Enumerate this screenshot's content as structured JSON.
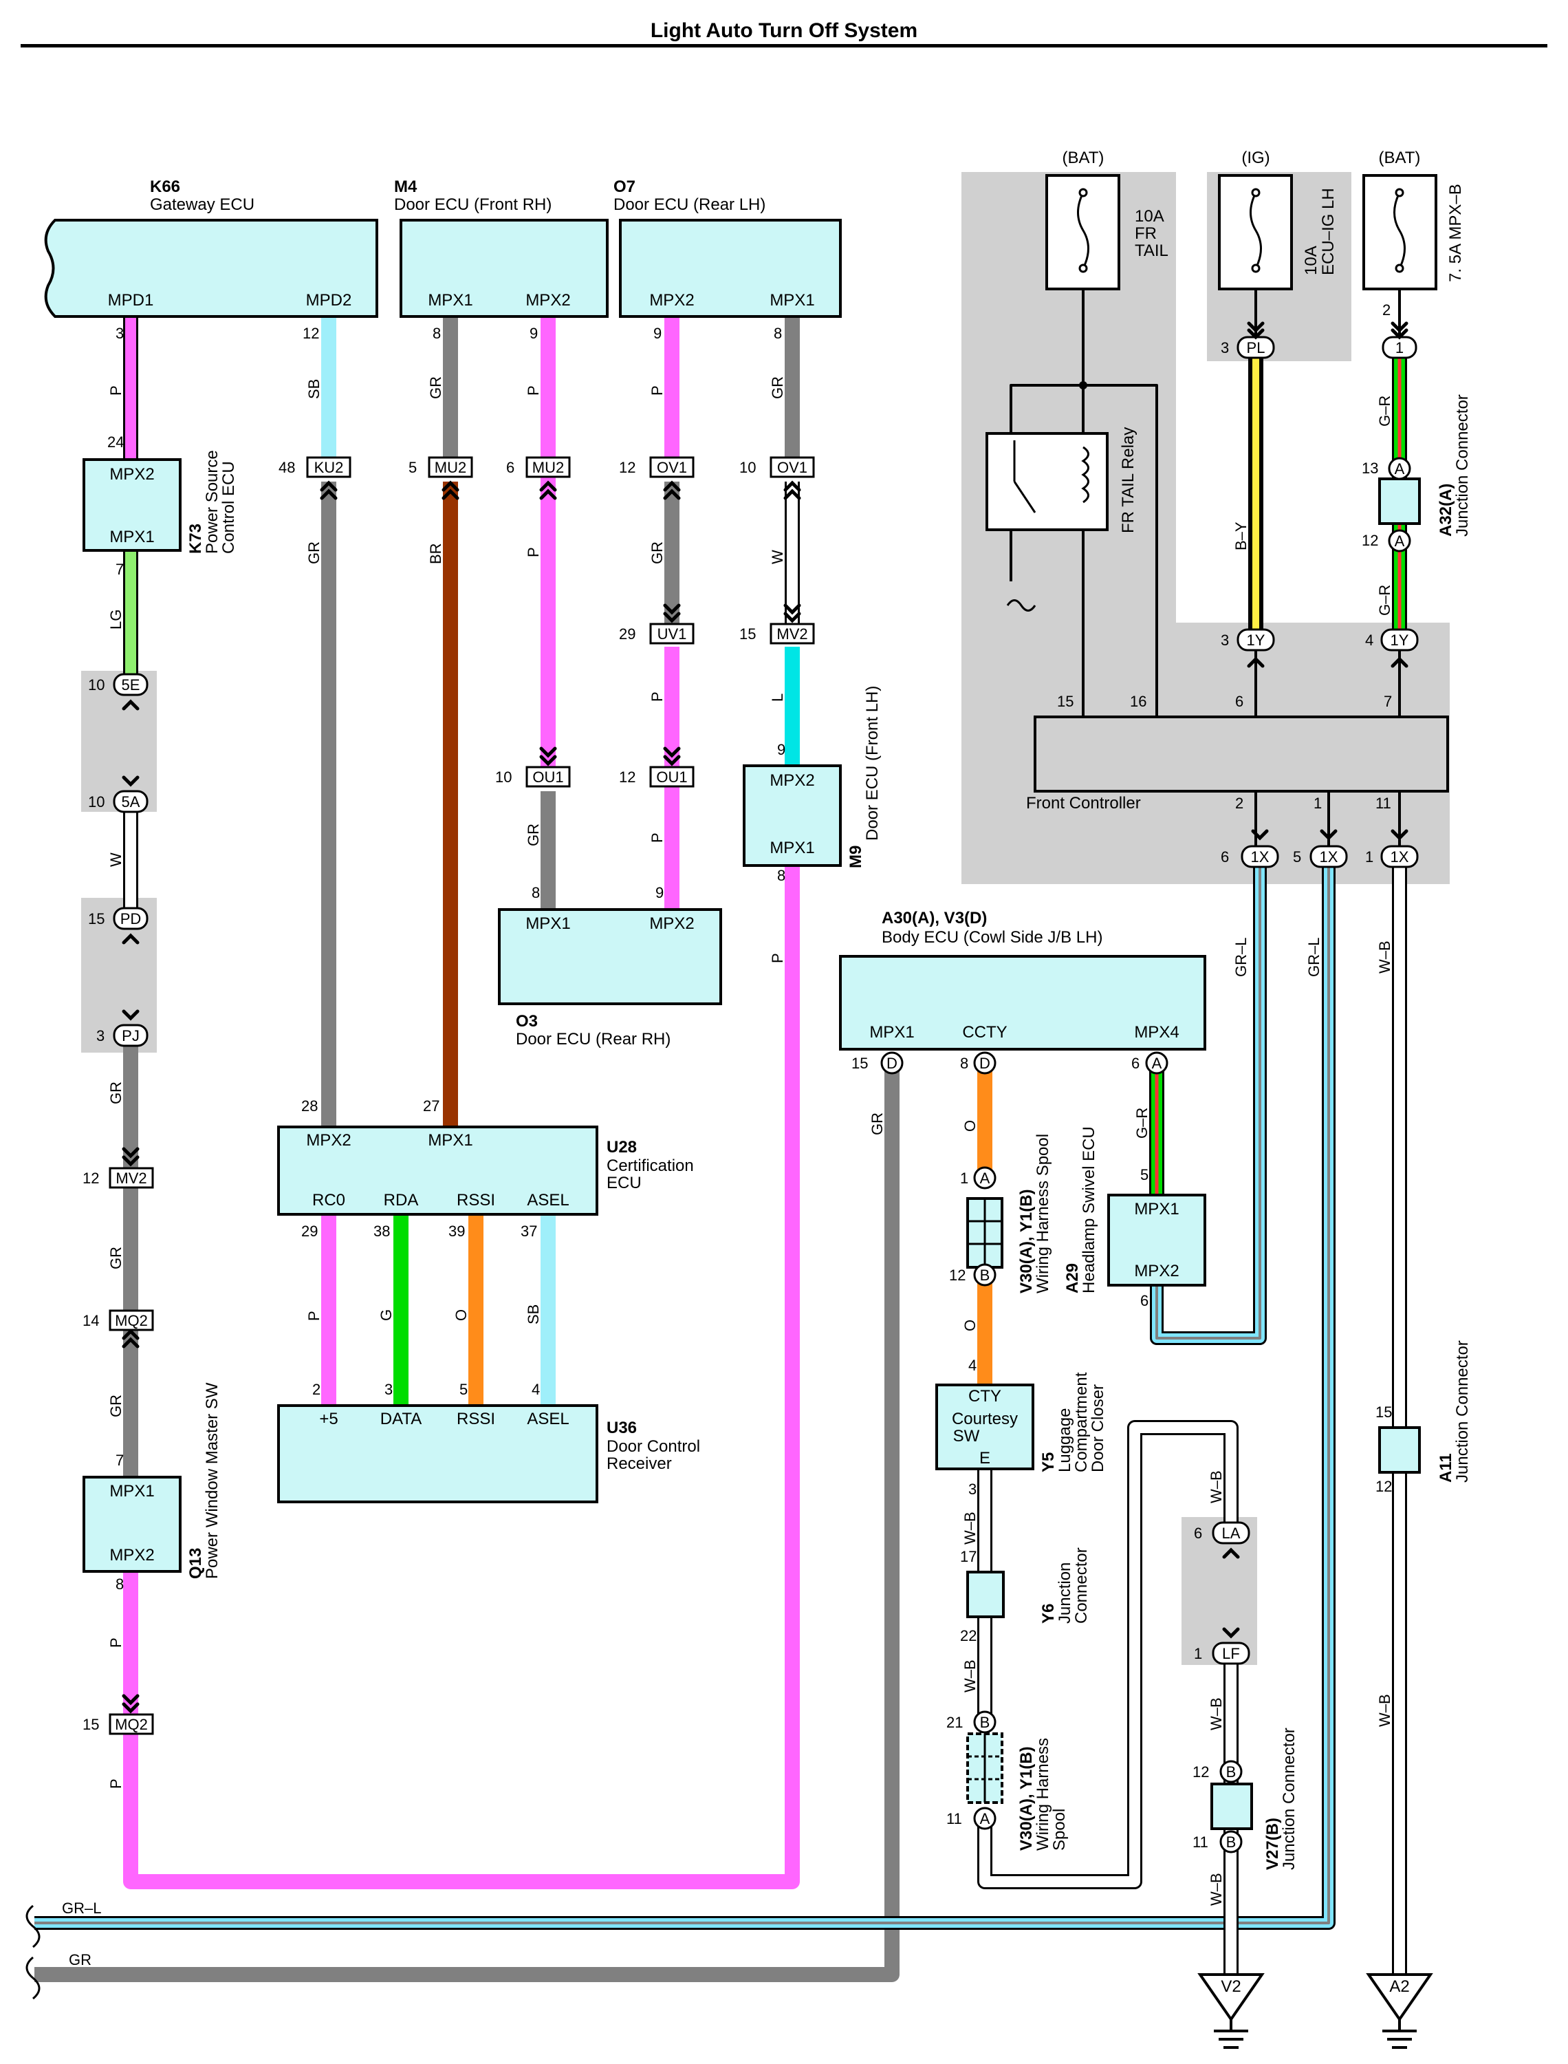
{
  "title": "Light Auto Turn Off System",
  "colors": {
    "P": "#ff66ff",
    "SB": "#9feffa",
    "GR": "#808080",
    "BR": "#993300",
    "LG": "#8fef6f",
    "W": "#ffffff",
    "L": "#00e5e5",
    "G": "#00dd00",
    "O": "#ff8c1a",
    "BY_black": "#000000",
    "BY_yellow": "#ffee44",
    "GR_L_blue": "#7fe5ff",
    "component": "#ccf7f7",
    "shade": "#d0d0d0"
  },
  "power": {
    "bat1": "(BAT)",
    "ig": "(IG)",
    "bat2": "(BAT)"
  },
  "fuses": [
    {
      "line1": "10A",
      "line2": "FR",
      "line3": "TAIL"
    },
    {
      "line1": "10A",
      "line2": "ECU–IG LH"
    },
    {
      "line1": "7. 5A MPX–B"
    }
  ],
  "relay": "FR TAIL Relay",
  "components": {
    "k66": {
      "code": "K66",
      "name": "Gateway ECU",
      "pins": [
        "MPD1",
        "MPD2"
      ]
    },
    "m4": {
      "code": "M4",
      "name": "Door ECU (Front RH)",
      "pins": [
        "MPX1",
        "MPX2"
      ]
    },
    "o7": {
      "code": "O7",
      "name": "Door ECU (Rear LH)",
      "pins": [
        "MPX2",
        "MPX1"
      ]
    },
    "k73": {
      "code": "K73",
      "name1": "Power Source",
      "name2": "Control ECU",
      "pins": [
        "MPX2",
        "MPX1"
      ]
    },
    "o3": {
      "code": "O3",
      "name": "Door ECU (Rear RH)",
      "pins": [
        "MPX1",
        "MPX2"
      ]
    },
    "m9": {
      "code": "M9",
      "name": "Door ECU (Front LH)",
      "pins": [
        "MPX2",
        "MPX1"
      ]
    },
    "u28": {
      "code": "U28",
      "name1": "Certification",
      "name2": "ECU",
      "pins_top": [
        "MPX2",
        "MPX1"
      ],
      "pins_bottom": [
        "RC0",
        "RDA",
        "RSSI",
        "ASEL"
      ]
    },
    "u36": {
      "code": "U36",
      "name1": "Door Control",
      "name2": "Receiver",
      "pins": [
        "+5",
        "DATA",
        "RSSI",
        "ASEL"
      ]
    },
    "q13": {
      "code": "Q13",
      "name": "Power Window Master SW",
      "pins": [
        "MPX1",
        "MPX2"
      ]
    },
    "body": {
      "code": "A30(A), V3(D)",
      "name": "Body ECU (Cowl Side J/B LH)",
      "pins": [
        "MPX1",
        "CCTY",
        "MPX4"
      ]
    },
    "a29": {
      "code": "A29",
      "name": "Headlamp Swivel ECU",
      "pins": [
        "MPX1",
        "MPX2"
      ]
    },
    "y5": {
      "code": "Y5",
      "name1": "Luggage",
      "name2": "Compartment",
      "name3": "Door Closer",
      "pins": [
        "CTY",
        "Courtesy",
        "SW",
        "E"
      ]
    },
    "front": {
      "name": "Front Controller"
    },
    "v30a": {
      "code": "V30(A), Y1(B)",
      "name1": "Wiring Harness Spool"
    },
    "v30b": {
      "code": "V30(A), Y1(B)",
      "name1": "Wiring Harness",
      "name2": "Spool"
    },
    "y6": {
      "code": "Y6",
      "name1": "Junction",
      "name2": "Connector"
    },
    "a32": {
      "code": "A32(A)",
      "name": "Junction Connector"
    },
    "a11": {
      "code": "A11",
      "name": "Junction Connector"
    },
    "v27": {
      "code": "V27(B)",
      "name": "Junction Connector"
    }
  },
  "connectors": {
    "5E": "5E",
    "5A": "5A",
    "PD": "PD",
    "PJ": "PJ",
    "MV2": "MV2",
    "MQ2": "MQ2",
    "KU2": "KU2",
    "MU2": "MU2",
    "OV1": "OV1",
    "UV1": "UV1",
    "OU1": "OU1",
    "PL": "PL",
    "1": "1",
    "A": "A",
    "B": "B",
    "D": "D",
    "1Y": "1Y",
    "1X": "1X",
    "LA": "LA",
    "LF": "LF"
  },
  "wire_codes": {
    "P": "P",
    "SB": "SB",
    "GR": "GR",
    "BR": "BR",
    "LG": "LG",
    "W": "W",
    "L": "L",
    "G": "G",
    "O": "O",
    "BY": "B–Y",
    "GR_dash": "G–R",
    "GRL": "GR–L",
    "WB": "W–B"
  },
  "pin_numbers": {
    "n1": "1",
    "n2": "2",
    "n3": "3",
    "n4": "4",
    "n5": "5",
    "n6": "6",
    "n7": "7",
    "n8": "8",
    "n9": "9",
    "n10": "10",
    "n11": "11",
    "n12": "12",
    "n13": "13",
    "n14": "14",
    "n15": "15",
    "n16": "16",
    "n17": "17",
    "n21": "21",
    "n22": "22",
    "n24": "24",
    "n27": "27",
    "n28": "28",
    "n29": "29",
    "n37": "37",
    "n38": "38",
    "n39": "39",
    "n48": "48"
  },
  "grounds": {
    "v2": "V2",
    "a2": "A2"
  }
}
